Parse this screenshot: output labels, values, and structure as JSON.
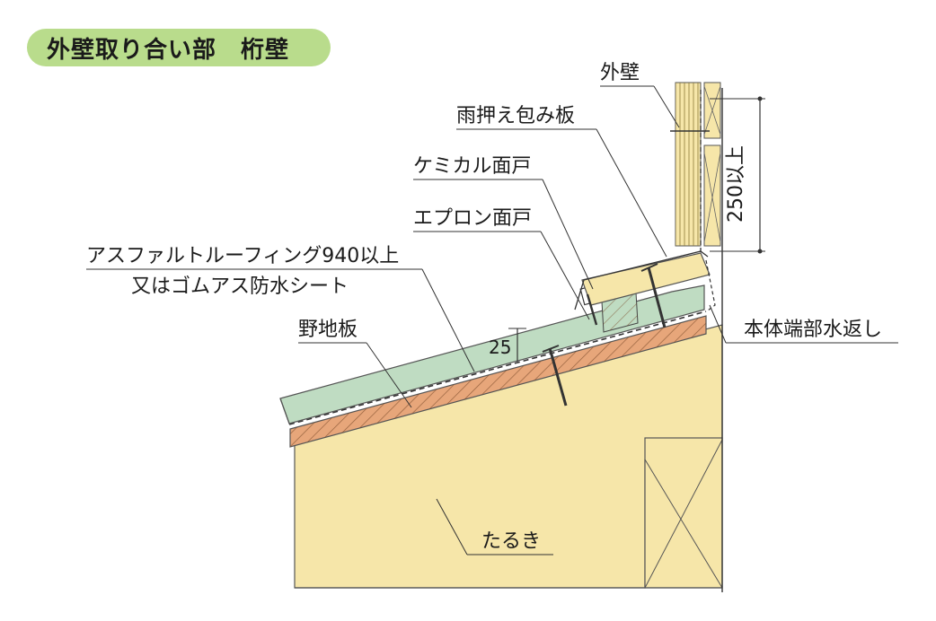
{
  "title": "外壁取り合い部　桁壁",
  "labels": {
    "outer_wall": "外壁",
    "rain_flashing": "雨押え包み板",
    "chemical_face": "ケミカル面戸",
    "apron_face": "エプロン面戸",
    "underlay_line1": "アスファルトルーフィング940以上",
    "underlay_line2": "又はゴムアス防水シート",
    "sheathing": "野地板",
    "rafter": "たるき",
    "edge_return": "本体端部水返し",
    "dim_25": "25",
    "dim_250": "250以上"
  },
  "colors": {
    "panel_green": "#bfdcc2",
    "wood_yellow": "#f6e6a9",
    "sheathing_orange": "#e7a67a",
    "title_green": "#b9dc8c"
  }
}
